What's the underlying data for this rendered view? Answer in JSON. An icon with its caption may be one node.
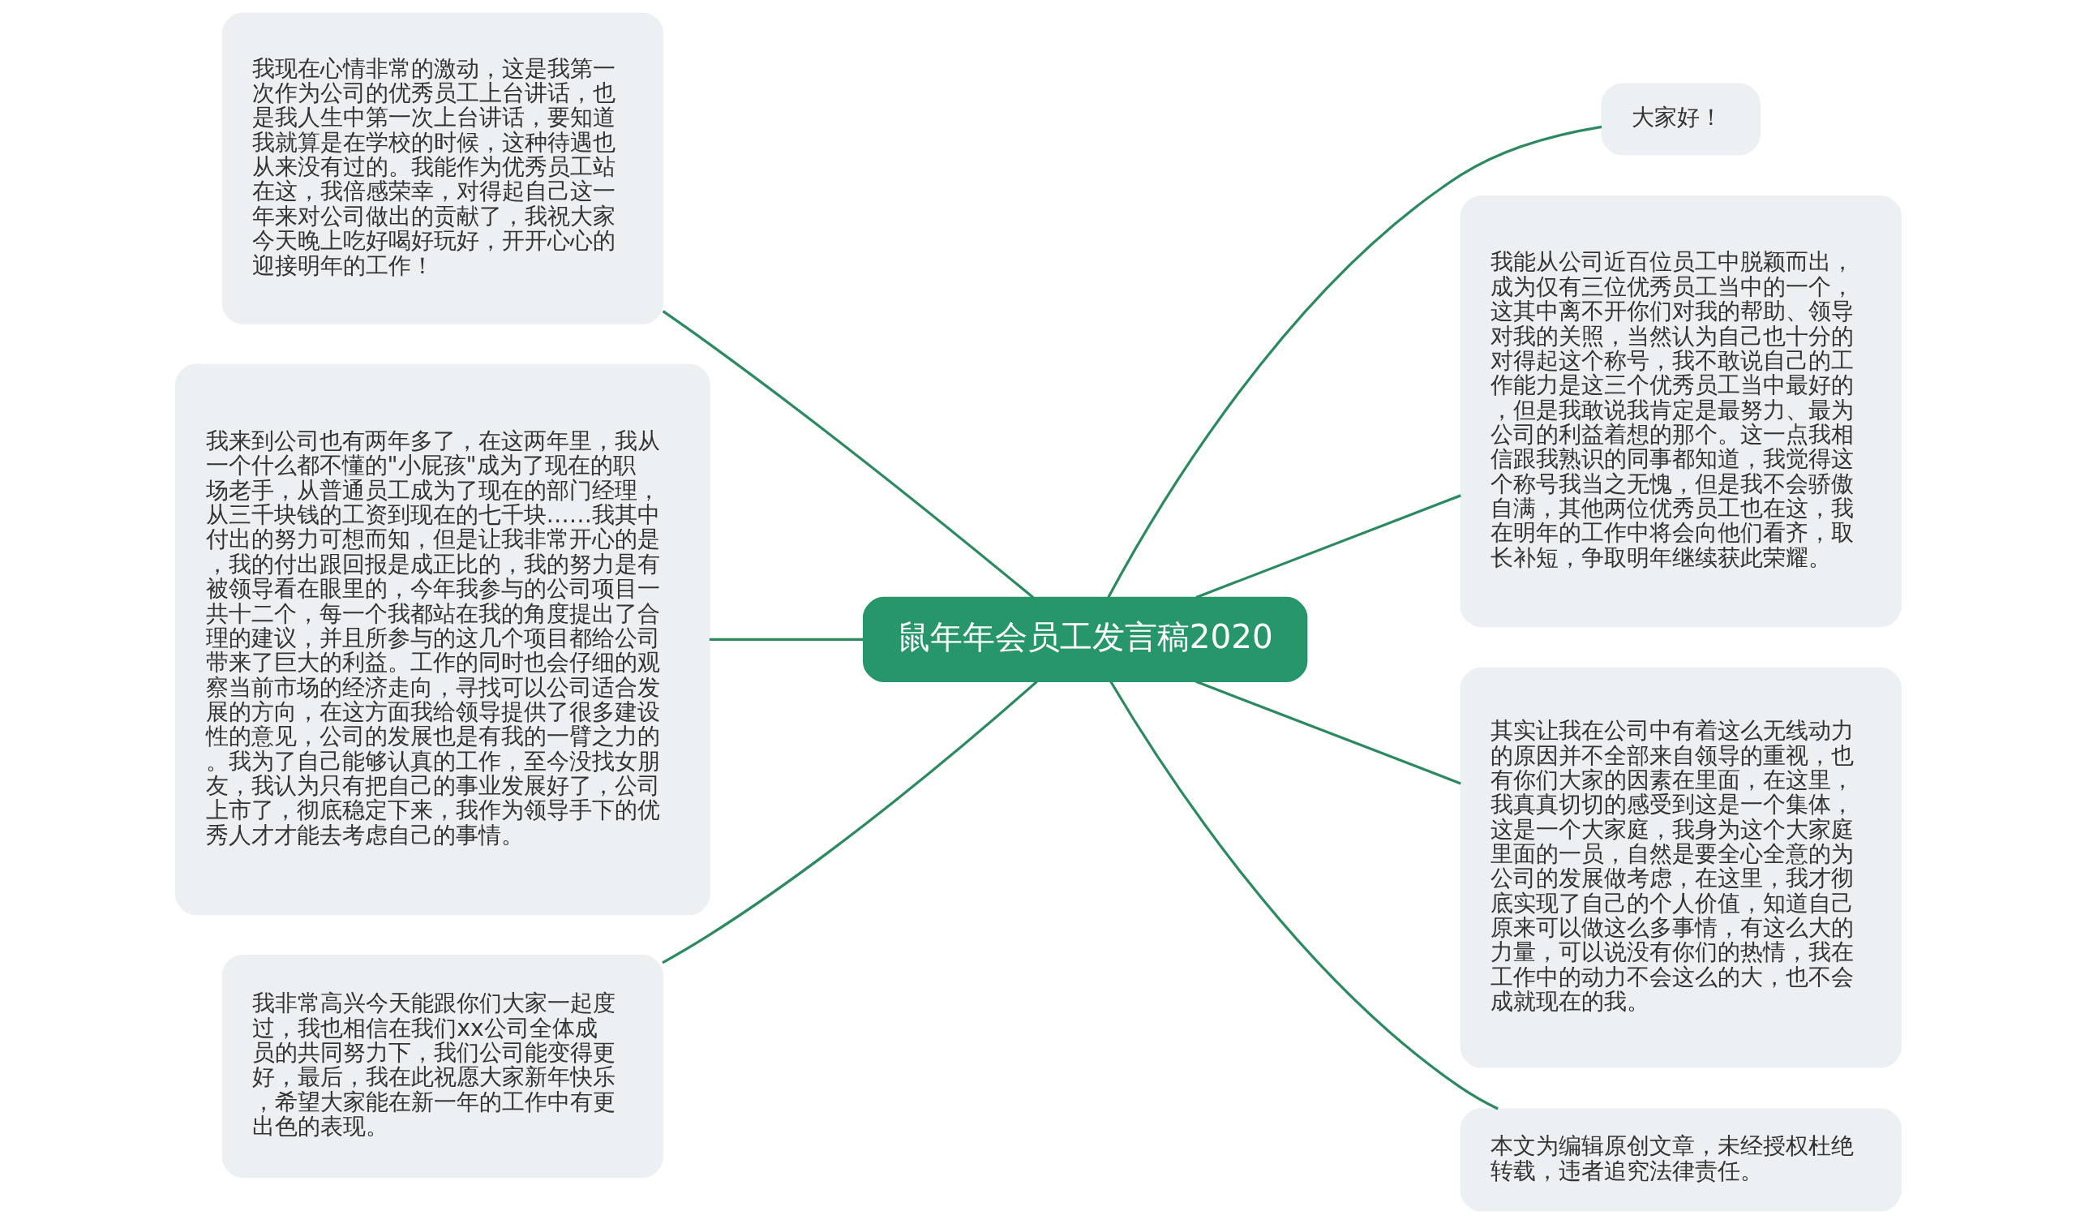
{
  "diagram": {
    "nodes": [
      {
        "text": [
          "鼠年年会员工发言稿2020"
        ]
      },
      {
        "text": [
          "我现在心情非常的激动，这是我第一次作为公司的优秀员工上台讲话，也是我人生中第一次上台讲话，要知道我就算是在学校的时候，这种待遇也从来没有过的。我能作为优秀员工站在这，我倍感荣幸，对得起自己这一年来对公司做出的贡献了，我祝大家今天晚上吃好喝好玩好，开开心心的迎接明年的工作！"
        ]
      },
      {
        "text": [
          "我来到公司也有两年多了，在这两年里，我从一个什么都不懂的\"小屁孩\"成为了现在的职场老手，从普通员工成为了现在的部门经理，从三千块钱的工资到现在的七千块……我其中付出的努力可想而知，但是让我非常开心的是，我的付出跟回报是成正比的，我的努力是有被领导看在眼里的，今年我参与的公司项目一共十二个，每一个我都站在我的角度提出了合理的建议，并且所参与的这几个项目都给公司带来了巨大的利益。工作的同时也会仔细的观察当前市场的经济走向，寻找可以公司适合发展的方向，在这方面我给领导提供了很多建设性的意见，公司的发展也是有我的一臂之力的。我为了自己能够认真的工作，至今没找女朋友，我认为只有把自己的事业发展好了，公司上市了，彻底稳定下来，我作为领导手下的优秀人才才能去考虑自己的事情。"
        ]
      },
      {
        "text": [
          "我非常高兴今天能跟你们大家一起度过，我也相信在我们xx公司全体成员的共同努力下，我们公司能变得更好，最后，我在此祝愿大家新年快乐，希望大家能在新一年的工作中有更出色的表现。"
        ]
      },
      {
        "text": [
          "大家好！"
        ]
      },
      {
        "text": [
          "我能从公司近百位员工中脱颖而出，成为仅有三位优秀员工当中的一个，这其中离不开你们对我的帮助、领导对我的关照，当然认为自己也十分的对得起这个称号，我不敢说自己的工作能力是这三个优秀员工当中最好的，但是我敢说我肯定是最努力、最为公司的利益着想的那个。这一点我相信跟我熟识的同事都知道，我觉得这个称号我当之无愧，但是我不会骄傲自满，其他两位优秀员工也在这，我在明年的工作中将会向他们看齐，取长补短，争取明年继续获此荣耀。"
        ]
      },
      {
        "text": [
          "其实让我在公司中有着这么无线动力的原因并不全部来自领导的重视，也有你们大家的因素在里面，在这里，我真真切切的感受到这是一个集体，这是一个大家庭，我身为这个大家庭里面的一员，自然是要全心全意的为公司的发展做考虑，在这里，我才彻底实现了自己的个人价值，知道自己原来可以做这么多事情，有这么大的力量，可以说没有你们的热情，我在工作中的动力不会这么的大，也不会成就现在的我。"
        ]
      },
      {
        "text": [
          "本文为编辑原创文章，未经授权杜绝转载，违者追究法律责任。"
        ]
      }
    ],
    "edges": [
      {
        "from": 1,
        "to": 0,
        "arrow": "none"
      },
      {
        "from": 2,
        "to": 0,
        "arrow": "none"
      },
      {
        "from": 3,
        "to": 0,
        "arrow": "none"
      },
      {
        "from": 0,
        "to": 4,
        "arrow": "none"
      },
      {
        "from": 0,
        "to": 5,
        "arrow": "none"
      },
      {
        "from": 0,
        "to": 6,
        "arrow": "none"
      },
      {
        "from": 0,
        "to": 7,
        "arrow": "none"
      }
    ]
  }
}
